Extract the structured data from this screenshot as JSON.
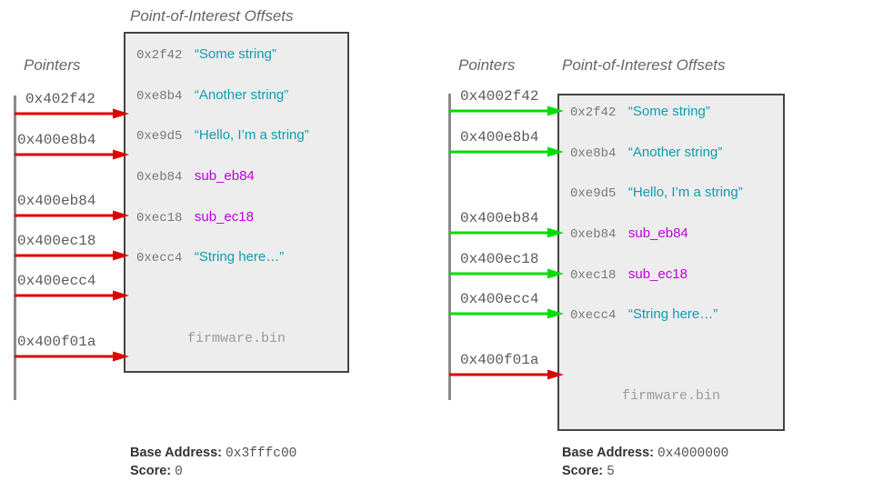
{
  "panels": [
    {
      "id": "left",
      "pointers_heading": "Pointers",
      "offsets_heading": "Point-of-Interest Offsets",
      "file_label": "firmware.bin",
      "arrow_color": "#e00000",
      "offsets": [
        {
          "addr": "0x2f42",
          "value": "“Some string”",
          "kind": "string"
        },
        {
          "addr": "0xe8b4",
          "value": "“Another string”",
          "kind": "string"
        },
        {
          "addr": "0xe9d5",
          "value": "“Hello, I’m a string”",
          "kind": "string"
        },
        {
          "addr": "0xeb84",
          "value": "sub_eb84",
          "kind": "func"
        },
        {
          "addr": "0xec18",
          "value": "sub_ec18",
          "kind": "func"
        },
        {
          "addr": "0xecc4",
          "value": "“String here…”",
          "kind": "string"
        }
      ],
      "pointers": [
        {
          "label": "0x402f42",
          "arrow": "red"
        },
        {
          "label": "0x400e8b4",
          "arrow": "red"
        },
        {
          "label": "0x400eb84",
          "arrow": "red"
        },
        {
          "label": "0x400ec18",
          "arrow": "red"
        },
        {
          "label": "0x400ecc4",
          "arrow": "red"
        },
        {
          "label": "0x400f01a",
          "arrow": "red"
        }
      ],
      "footer": {
        "base_address_key": "Base Address:",
        "base_address_value": "0x3fffc00",
        "score_key": "Score:",
        "score_value": "0"
      }
    },
    {
      "id": "right",
      "pointers_heading": "Pointers",
      "offsets_heading": "Point-of-Interest Offsets",
      "file_label": "firmware.bin",
      "arrow_color": "#00dd00",
      "offsets": [
        {
          "addr": "0x2f42",
          "value": "“Some string”",
          "kind": "string"
        },
        {
          "addr": "0xe8b4",
          "value": "“Another string”",
          "kind": "string"
        },
        {
          "addr": "0xe9d5",
          "value": "“Hello, I’m a string”",
          "kind": "string"
        },
        {
          "addr": "0xeb84",
          "value": "sub_eb84",
          "kind": "func"
        },
        {
          "addr": "0xec18",
          "value": "sub_ec18",
          "kind": "func"
        },
        {
          "addr": "0xecc4",
          "value": "“String here…”",
          "kind": "string"
        }
      ],
      "pointers": [
        {
          "label": "0x4002f42",
          "arrow": "green"
        },
        {
          "label": "0x400e8b4",
          "arrow": "green"
        },
        {
          "label": "0x400eb84",
          "arrow": "green"
        },
        {
          "label": "0x400ec18",
          "arrow": "green"
        },
        {
          "label": "0x400ecc4",
          "arrow": "green"
        },
        {
          "label": "0x400f01a",
          "arrow": "red"
        }
      ],
      "footer": {
        "base_address_key": "Base Address:",
        "base_address_value": "0x4000000",
        "score_key": "Score:",
        "score_value": "5"
      }
    }
  ],
  "colors": {
    "string_value": "#0f9cb0",
    "function_value": "#bf00e0",
    "arrow_match": "#00dd00",
    "arrow_miss": "#e00000",
    "box_fill": "#ededed",
    "box_border": "#444444",
    "axis": "#8a8a8a",
    "heading_text": "#666666"
  }
}
